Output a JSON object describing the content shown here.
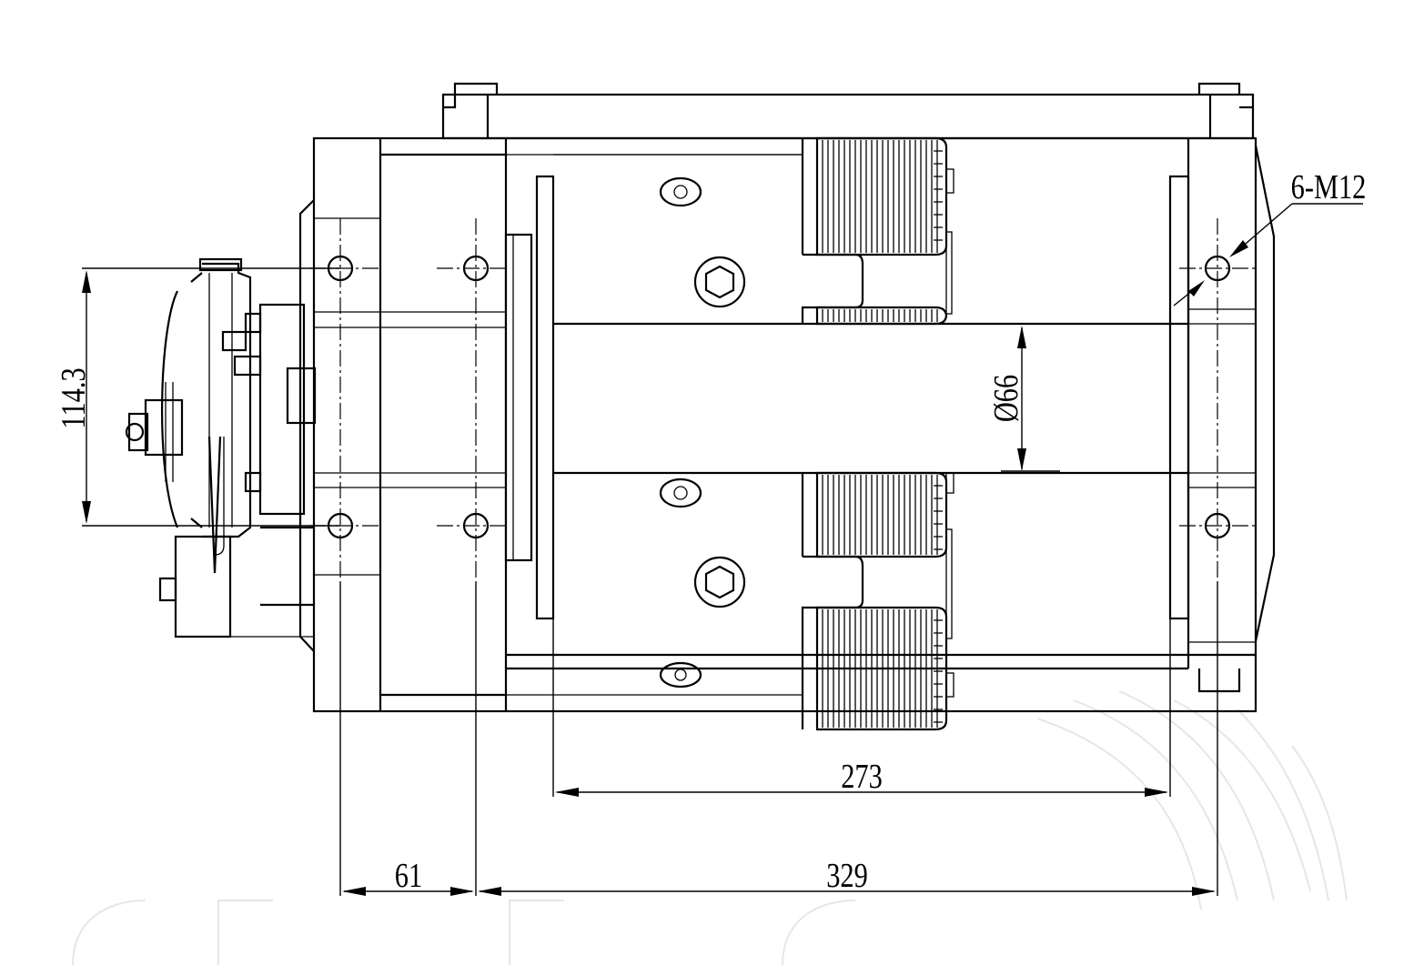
{
  "dimensions": {
    "bolt_spacing_vertical": "114.3",
    "shaft_diameter": "Ø66",
    "hole_spec": "6-M12",
    "body_length": "273",
    "first_offset": "61",
    "overall_span": "329"
  }
}
